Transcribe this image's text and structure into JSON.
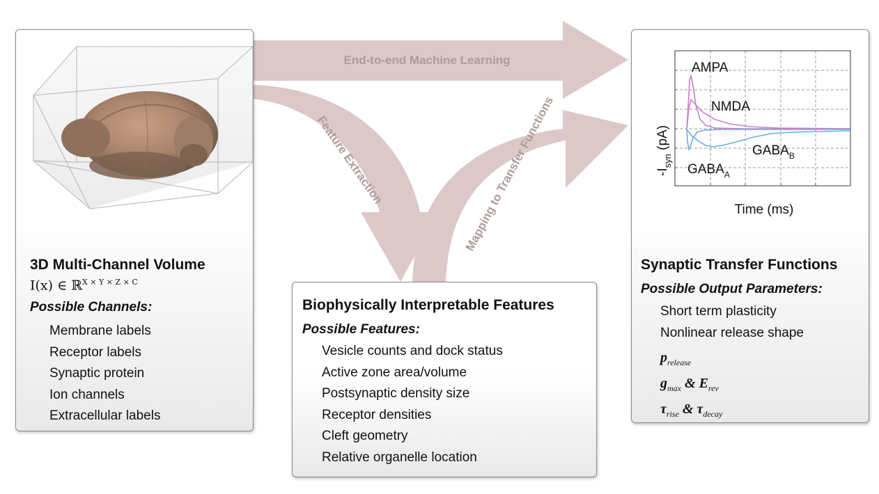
{
  "arrows": {
    "top_label": "End-to-end Machine Learning",
    "down_label": "Feature Extraction",
    "up_label": "Mapping to Transfer Functions",
    "color": "#d9c5c5"
  },
  "left_panel": {
    "title": "3D Multi-Channel Volume",
    "formula": "I(x) ∈ ℝ",
    "formula_sup": "X × Y × Z × C",
    "subtitle": "Possible Channels:",
    "items": [
      "Membrane labels",
      "Receptor labels",
      "Synaptic protein",
      "Ion channels",
      "Extracellular labels"
    ]
  },
  "center_panel": {
    "title": "Biophysically Interpretable Features",
    "subtitle": "Possible Features:",
    "items": [
      "Vesicle counts and dock status",
      "Active zone area/volume",
      "Postsynaptic density size",
      "Receptor densities",
      "Cleft geometry",
      "Relative organelle location"
    ]
  },
  "right_panel": {
    "title": "Synaptic Transfer Functions",
    "subtitle": "Possible Output Parameters:",
    "items": [
      "Short term plasticity",
      "Nonlinear release shape"
    ],
    "params": {
      "p": "p",
      "p_sub": "release",
      "g": "g",
      "g_sub": "max",
      "amp1": " & ",
      "e": "E",
      "e_sub": "rev",
      "tr": "τ",
      "tr_sub": "rise",
      "amp2": " & ",
      "td": "τ",
      "td_sub": "decay"
    }
  },
  "chart_data": {
    "type": "line",
    "xlabel": "Time (ms)",
    "ylabel": "-I",
    "ylabel_sub": "syn",
    "ylabel_unit": " (pA)",
    "grid": true,
    "series": [
      {
        "name": "AMPA",
        "color": "#c97fc3"
      },
      {
        "name": "NMDA",
        "color": "#c97fc3"
      },
      {
        "name": "GABA",
        "name_sub": "A",
        "color": "#6aaede"
      },
      {
        "name": "GABA",
        "name_sub": "B",
        "color": "#6aaede"
      }
    ]
  }
}
